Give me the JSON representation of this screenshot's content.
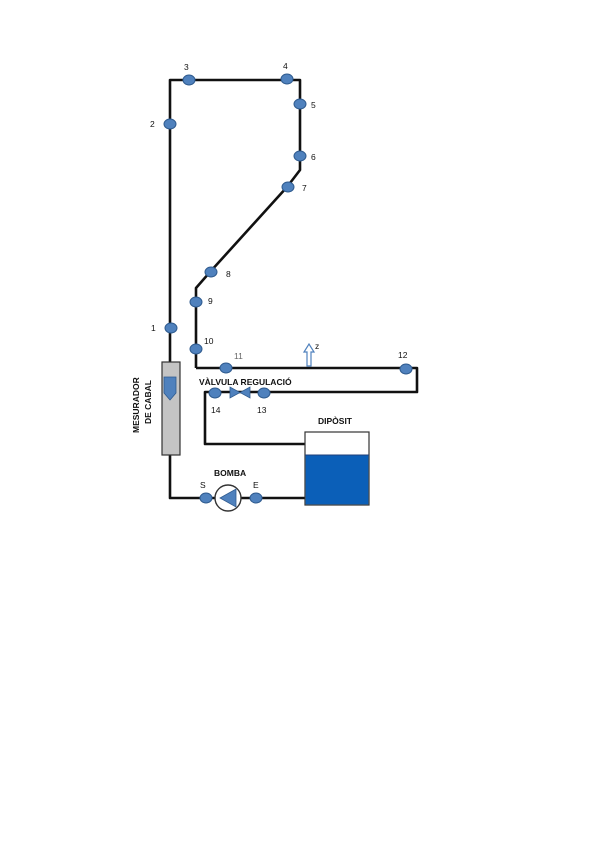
{
  "colors": {
    "pipe": "#111111",
    "node_fill": "#4f81bd",
    "node_stroke": "#2f5b8f",
    "water": "#0b5fb8",
    "meter_body": "#c4c4c4",
    "pump_fill": "#4f81bd",
    "valve_fill": "#4f81bd",
    "arrow_stroke": "#4f81bd"
  },
  "points": [
    {
      "id": "p1",
      "label": "1",
      "icon": "node-dot-icon"
    },
    {
      "id": "p2",
      "label": "2",
      "icon": "node-dot-icon"
    },
    {
      "id": "p3",
      "label": "3",
      "icon": "node-dot-icon"
    },
    {
      "id": "p4",
      "label": "4",
      "icon": "node-dot-icon"
    },
    {
      "id": "p5",
      "label": "5",
      "icon": "node-dot-icon"
    },
    {
      "id": "p6",
      "label": "6",
      "icon": "node-dot-icon"
    },
    {
      "id": "p7",
      "label": "7",
      "icon": "node-dot-icon"
    },
    {
      "id": "p8",
      "label": "8",
      "icon": "node-dot-icon"
    },
    {
      "id": "p9",
      "label": "9",
      "icon": "node-dot-icon"
    },
    {
      "id": "p10",
      "label": "10",
      "icon": "node-dot-icon"
    },
    {
      "id": "p11",
      "label": "11",
      "icon": "node-dot-icon"
    },
    {
      "id": "p12",
      "label": "12",
      "icon": "node-dot-icon"
    },
    {
      "id": "p13",
      "label": "13",
      "icon": "node-dot-icon"
    },
    {
      "id": "p14",
      "label": "14",
      "icon": "node-dot-icon"
    },
    {
      "id": "pS",
      "label": "S",
      "icon": "node-dot-icon"
    },
    {
      "id": "pE",
      "label": "E",
      "icon": "node-dot-icon"
    }
  ],
  "components": {
    "flow_meter_line1": "MESURADOR",
    "flow_meter_line2": "DE CABAL",
    "valve": "VÀLVULA REGULACIÓ",
    "pump": "BOMBA",
    "tank": "DIPÒSIT",
    "height_marker": "z"
  },
  "icons": {
    "pump": "pump-icon",
    "valve": "valve-icon",
    "flow_meter": "flow-meter-icon",
    "tank": "tank-icon",
    "height_arrow": "up-arrow-icon"
  }
}
